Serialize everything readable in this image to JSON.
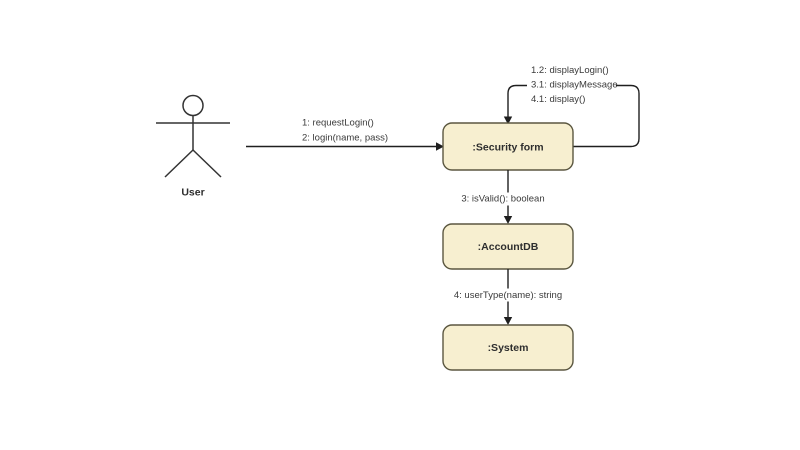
{
  "actor": {
    "label": "User"
  },
  "nodes": {
    "security_form": {
      "label": ":Security form"
    },
    "account_db": {
      "label": ":AccountDB"
    },
    "system": {
      "label": ":System"
    }
  },
  "messages": {
    "user_to_security": {
      "line1": "1: requestLogin()",
      "line2": "2: login(name, pass)"
    },
    "security_self_loop": {
      "line1": "1.2: displayLogin()",
      "line2": "3.1: displayMessage",
      "line3": "4.1: display()"
    },
    "security_to_account_db": {
      "label": "3: isValid(): boolean"
    },
    "account_db_to_system": {
      "label": "4: userType(name): string"
    }
  },
  "colors": {
    "node_fill": "#f7efd0",
    "node_stroke": "#5b5740",
    "connector": "#1f1f1f",
    "label_text": "#3a3a3a",
    "background": "#ffffff"
  }
}
